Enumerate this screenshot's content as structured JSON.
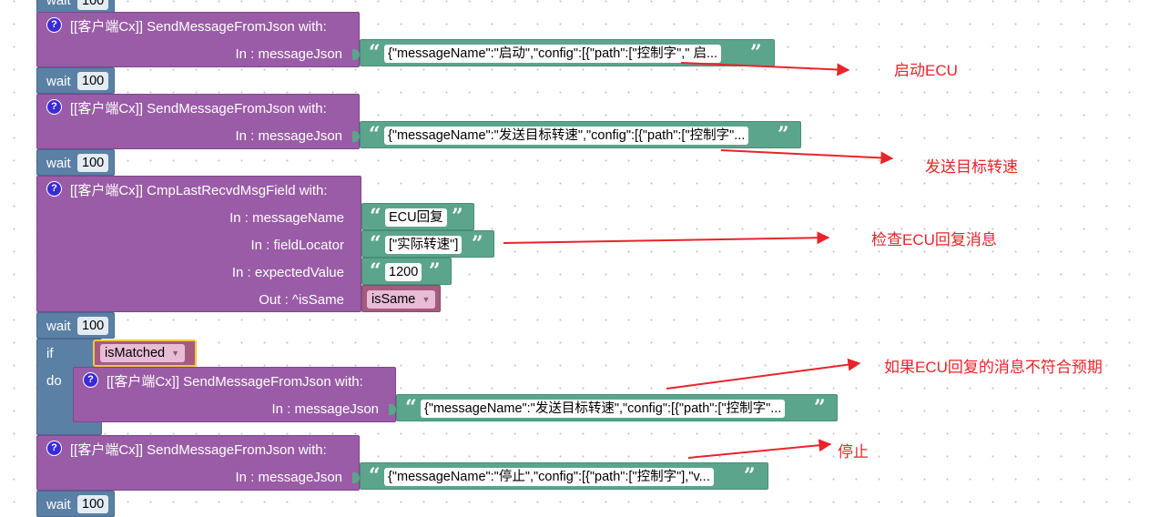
{
  "blocks": {
    "wait_label": "wait",
    "wait_value": "100",
    "help_glyph": "?",
    "send1": {
      "title": "[[客户端Cx]]  SendMessageFromJson  with:",
      "input_label": "In : messageJson",
      "value": "{\"messageName\":\"启动\",\"config\":[{\"path\":[\"控制字\",\" 启..."
    },
    "send2": {
      "title": "[[客户端Cx]]  SendMessageFromJson  with:",
      "input_label": "In : messageJson",
      "value": "{\"messageName\":\"发送目标转速\",\"config\":[{\"path\":[\"控制字\"..."
    },
    "cmp": {
      "title": "[[客户端Cx]]  CmpLastRecvdMsgField  with:",
      "message_name_label": "In : messageName",
      "message_name_value": "ECU回复",
      "field_locator_label": "In : fieldLocator",
      "field_locator_value": "[\"实际转速\"]",
      "expected_value_label": "In : expectedValue",
      "expected_value_value": "1200",
      "out_label": "Out : ^isSame",
      "out_var": "isSame"
    },
    "if_block": {
      "if_label": "if",
      "do_label": "do",
      "condition_var": "isMatched",
      "send": {
        "title": "[[客户端Cx]]  SendMessageFromJson  with:",
        "input_label": "In : messageJson",
        "value": "{\"messageName\":\"发送目标转速\",\"config\":[{\"path\":[\"控制字\"..."
      }
    },
    "send_stop": {
      "title": "[[客户端Cx]]  SendMessageFromJson  with:",
      "input_label": "In : messageJson",
      "value": "{\"messageName\":\"停止\",\"config\":[{\"path\":[\"控制字\"],\"v..."
    },
    "quote_open": "“",
    "quote_close": "”",
    "dropdown_arrow": "▼"
  },
  "annotations": {
    "start_ecu": "启动ECU",
    "send_target_speed": "发送目标转速",
    "check_ecu_reply": "检查ECU回复消息",
    "if_mismatch": "如果ECU回复的消息不符合预期",
    "stop": "停止"
  },
  "colors": {
    "function_block": "#9a5ca6",
    "wait_block": "#5b80a5",
    "text_block": "#5ba58c",
    "variable_block": "#a55b80",
    "annotation": "#e8242a"
  }
}
